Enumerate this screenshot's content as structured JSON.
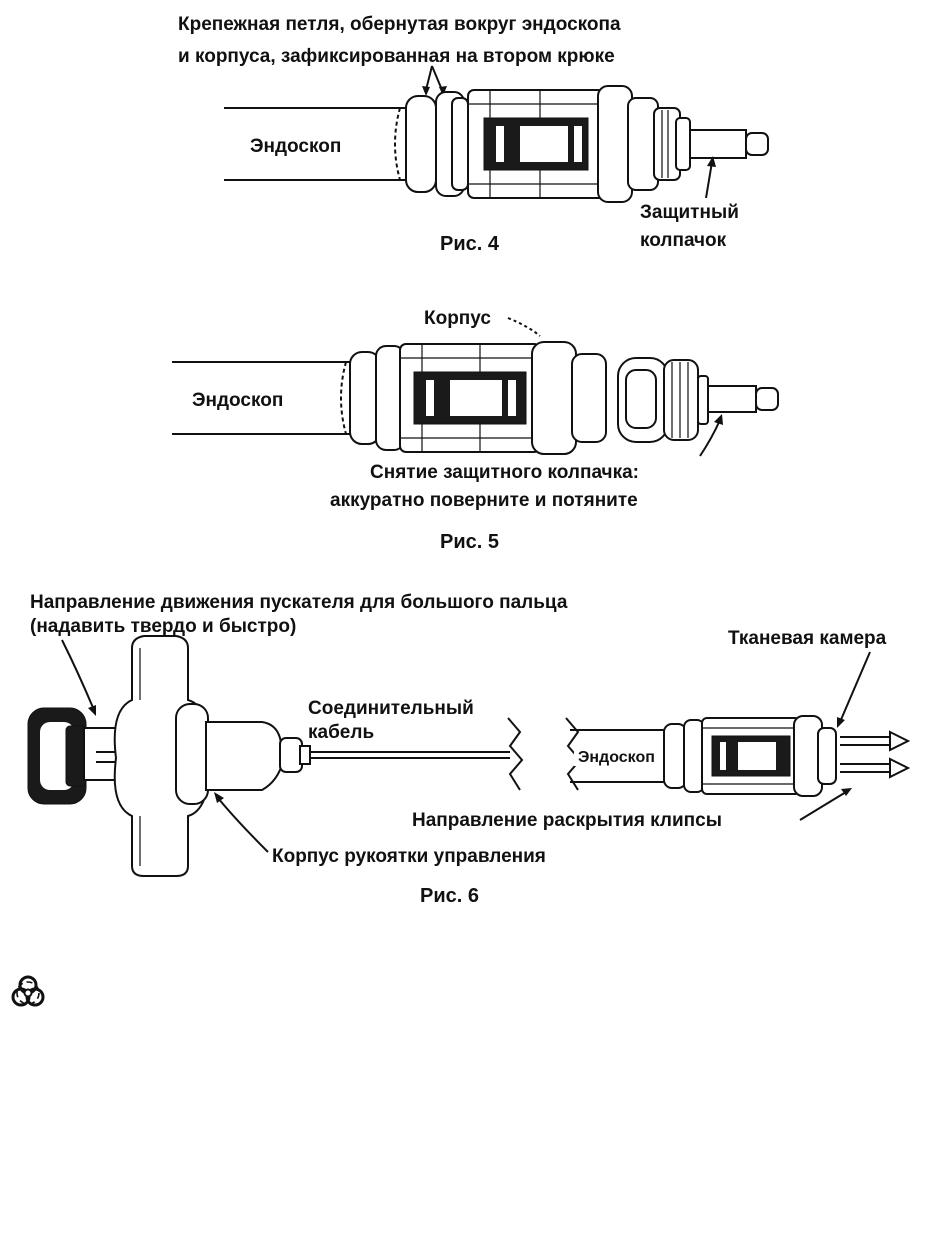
{
  "fig4": {
    "caption": "Рис. 4",
    "label_loop_line1": "Крепежная петля, обернутая вокруг эндоскопа",
    "label_loop_line2": "и корпуса, зафиксированная на втором крюке",
    "label_endoscope": "Эндоскоп",
    "label_cap_line1": "Защитный",
    "label_cap_line2": "колпачок"
  },
  "fig5": {
    "caption": "Рис. 5",
    "label_body": "Корпус",
    "label_endoscope": "Эндоскоп",
    "label_remove_line1": "Снятие защитного колпачка:",
    "label_remove_line2": "аккуратно поверните и потяните"
  },
  "fig6": {
    "caption": "Рис. 6",
    "label_thumb_line1": "Направление движения пускателя для большого пальца",
    "label_thumb_line2": "(надавить твердо и быстро)",
    "label_cable_line1": "Соединительный",
    "label_cable_line2": "кабель",
    "label_chamber": "Тканевая камера",
    "label_endoscope": "Эндоскоп",
    "label_clip_dir": "Направление раскрытия клипсы",
    "label_handle_body": "Корпус рукоятки управления"
  },
  "icons": {
    "biohazard": "biohazard-icon"
  }
}
